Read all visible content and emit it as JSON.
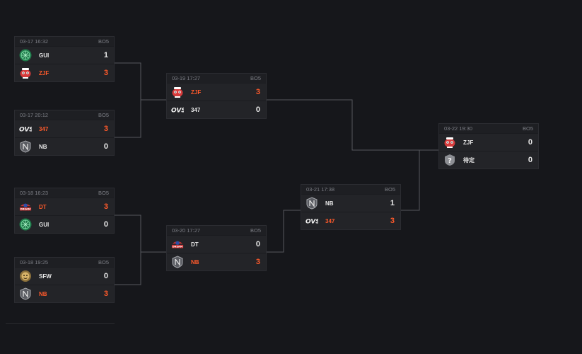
{
  "colors": {
    "win": "#ff5a2b",
    "normal": "#e6e6e6",
    "line": "#55575d",
    "bg": "#16171b"
  },
  "matches": [
    {
      "id": "r1m1",
      "time": "03-17 16:32",
      "format": "BO5",
      "teams": [
        {
          "name": "GUI",
          "score": "1",
          "logo": "gui-logo-icon",
          "win": false
        },
        {
          "name": "ZJF",
          "score": "3",
          "logo": "zjf-logo-icon",
          "win": true
        }
      ]
    },
    {
      "id": "r1m2",
      "time": "03-17 20:12",
      "format": "BO5",
      "teams": [
        {
          "name": "347",
          "score": "3",
          "logo": "ovs-logo-icon",
          "win": true
        },
        {
          "name": "NB",
          "score": "0",
          "logo": "nb-logo-icon",
          "win": false
        }
      ]
    },
    {
      "id": "r1m3",
      "time": "03-18 16:23",
      "format": "BO5",
      "teams": [
        {
          "name": "DT",
          "score": "3",
          "logo": "dt-logo-icon",
          "win": true
        },
        {
          "name": "GUI",
          "score": "0",
          "logo": "gui-logo-icon",
          "win": false
        }
      ]
    },
    {
      "id": "r1m4",
      "time": "03-18 19:25",
      "format": "BO5",
      "teams": [
        {
          "name": "SFW",
          "score": "0",
          "logo": "sfw-logo-icon",
          "win": false
        },
        {
          "name": "NB",
          "score": "3",
          "logo": "nb-logo-icon",
          "win": true
        }
      ]
    },
    {
      "id": "r2m1",
      "time": "03-19 17:27",
      "format": "BO5",
      "teams": [
        {
          "name": "ZJF",
          "score": "3",
          "logo": "zjf-logo-icon",
          "win": true
        },
        {
          "name": "347",
          "score": "0",
          "logo": "ovs-logo-icon",
          "win": false
        }
      ]
    },
    {
      "id": "r2m2",
      "time": "03-20 17:27",
      "format": "BO5",
      "teams": [
        {
          "name": "DT",
          "score": "0",
          "logo": "dt-logo-icon",
          "win": false
        },
        {
          "name": "NB",
          "score": "3",
          "logo": "nb-logo-icon",
          "win": true
        }
      ]
    },
    {
      "id": "r3m1",
      "time": "03-21 17:38",
      "format": "BO5",
      "teams": [
        {
          "name": "NB",
          "score": "1",
          "logo": "nb-logo-icon",
          "win": false
        },
        {
          "name": "347",
          "score": "3",
          "logo": "ovs-logo-icon",
          "win": true
        }
      ]
    },
    {
      "id": "final",
      "time": "03-22 19:30",
      "format": "BO5",
      "teams": [
        {
          "name": "ZJF",
          "score": "0",
          "logo": "zjf-logo-icon",
          "win": false
        },
        {
          "name": "待定",
          "score": "0",
          "logo": "tbd-logo-icon",
          "win": false
        }
      ]
    }
  ]
}
